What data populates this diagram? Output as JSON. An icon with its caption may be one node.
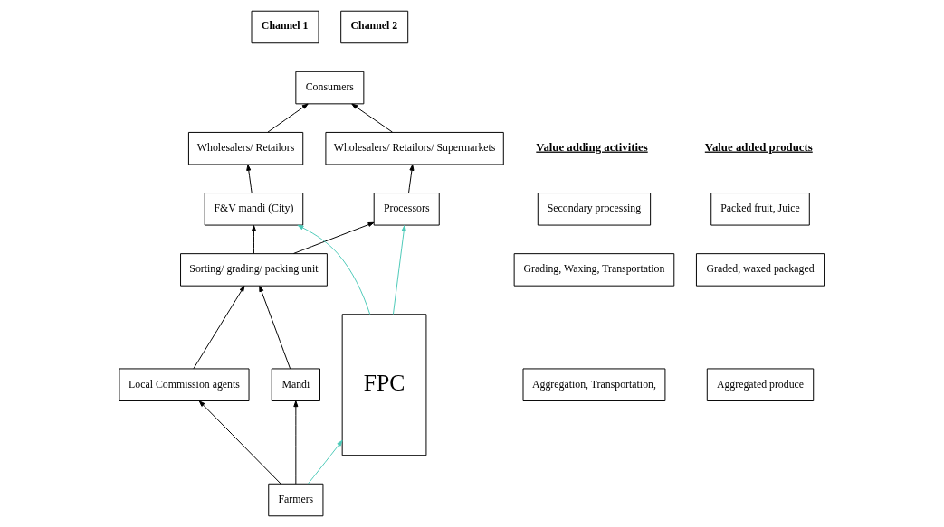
{
  "diagram": {
    "nodes": [
      {
        "text": [
          "Channel 1"
        ]
      },
      {
        "text": [
          "Channel 2"
        ]
      },
      {
        "text": [
          "Consumers"
        ]
      },
      {
        "text": [
          "Wholesalers/ Retailors"
        ]
      },
      {
        "text": [
          "Wholesalers/ Retailors/ Supermarkets"
        ]
      },
      {
        "text": [
          "F&V mandi (City)"
        ]
      },
      {
        "text": [
          "Processors"
        ]
      },
      {
        "text": [
          "Sorting/ grading/ packing unit"
        ]
      },
      {
        "text": [
          "FPC"
        ]
      },
      {
        "text": [
          "Local Commission agents"
        ]
      },
      {
        "text": [
          "Mandi"
        ]
      },
      {
        "text": [
          "Farmers"
        ]
      },
      {
        "text": [
          "Secondary processing"
        ]
      },
      {
        "text": [
          "Packed fruit, Juice"
        ]
      },
      {
        "text": [
          "Grading, Waxing, Transportation"
        ]
      },
      {
        "text": [
          "Graded, waxed packaged"
        ]
      },
      {
        "text": [
          "Aggregation, Transportation,"
        ]
      },
      {
        "text": [
          "Aggregated produce"
        ]
      }
    ],
    "edges": [
      {
        "from": 3,
        "to": 2,
        "arrow": "to"
      },
      {
        "from": 4,
        "to": 2,
        "arrow": "to"
      },
      {
        "from": 5,
        "to": 3,
        "arrow": "to"
      },
      {
        "from": 6,
        "to": 4,
        "arrow": "to"
      },
      {
        "from": 7,
        "to": 5,
        "arrow": "to"
      },
      {
        "from": 7,
        "to": 6,
        "arrow": "to"
      },
      {
        "from": 9,
        "to": 7,
        "arrow": "to"
      },
      {
        "from": 10,
        "to": 7,
        "arrow": "to"
      },
      {
        "from": 11,
        "to": 9,
        "arrow": "to"
      },
      {
        "from": 11,
        "to": 10,
        "arrow": "to"
      },
      {
        "from": 11,
        "to": 8,
        "arrow": "to",
        "color": "#4cc9b8"
      },
      {
        "from": 8,
        "to": 6,
        "arrow": "to",
        "color": "#4cc9b8"
      },
      {
        "from": 8,
        "to": 5,
        "arrow": "to",
        "color": "#4cc9b8"
      }
    ],
    "labels": [
      "Value adding activities",
      "Value added products"
    ]
  }
}
